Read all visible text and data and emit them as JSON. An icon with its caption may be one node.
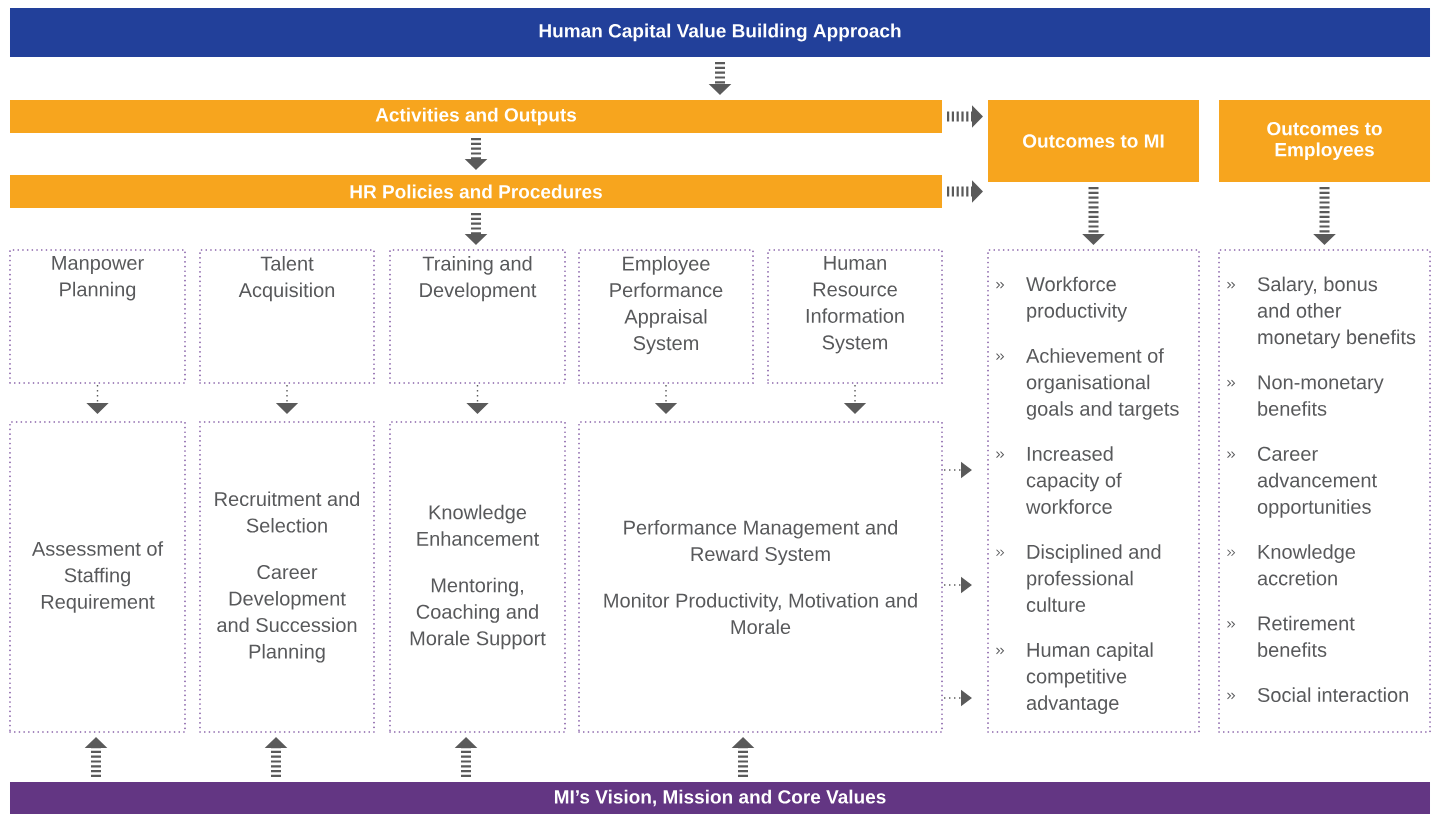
{
  "diagram": {
    "nodes": [
      {
        "text": [
          "Human Capital Value Building Approach"
        ]
      },
      {
        "text": [
          "Activities and Outputs"
        ]
      },
      {
        "text": [
          "HR Policies and Procedures"
        ]
      },
      {
        "text": [
          "Outcomes to MI"
        ]
      },
      {
        "text": [
          "Outcomes to Employees"
        ]
      },
      {
        "text": [
          "Manpower Planning"
        ]
      },
      {
        "text": [
          "Talent Acquisition"
        ]
      },
      {
        "text": [
          "Training and Development"
        ]
      },
      {
        "text": [
          "Employee Performance Appraisal System"
        ]
      },
      {
        "text": [
          "Human Resource Information System"
        ]
      },
      {
        "text": [
          "Assessment of Staffing Requirement"
        ]
      },
      {
        "text": [
          "Recruitment and Selection",
          "Career Development and Succession Planning"
        ]
      },
      {
        "text": [
          "Knowledge Enhancement",
          "Mentoring, Coaching and Morale Support"
        ]
      },
      {
        "text": [
          "Performance Management and Reward System",
          "Monitor Productivity, Motivation and Morale"
        ]
      },
      {
        "text": [
          "Workforce productivity",
          "Achievement of organisational goals and targets",
          "Increased capacity of workforce",
          "Disciplined and professional culture",
          "Human capital competitive advantage"
        ]
      },
      {
        "text": [
          "Salary, bonus and other monetary benefits",
          "Non-monetary benefits",
          "Career advancement opportunities",
          "Knowledge accretion",
          "Retirement benefits",
          "Social interaction"
        ]
      },
      {
        "text": [
          "MI’s Vision, Mission and Core Values"
        ]
      }
    ],
    "edges": [
      {
        "from": 0,
        "to": 1,
        "arrow": "to"
      },
      {
        "from": 1,
        "to": 2,
        "arrow": "to"
      },
      {
        "from": 1,
        "to": 3,
        "arrow": "to"
      },
      {
        "from": 2,
        "to": 3,
        "arrow": "to"
      },
      {
        "from": 2,
        "to": 7,
        "arrow": "to"
      },
      {
        "from": 3,
        "to": 14,
        "arrow": "to"
      },
      {
        "from": 4,
        "to": 15,
        "arrow": "to"
      },
      {
        "from": 5,
        "to": 10,
        "arrow": "to"
      },
      {
        "from": 6,
        "to": 11,
        "arrow": "to"
      },
      {
        "from": 7,
        "to": 12,
        "arrow": "to"
      },
      {
        "from": 8,
        "to": 13,
        "arrow": "to"
      },
      {
        "from": 9,
        "to": 13,
        "arrow": "to"
      },
      {
        "from": 13,
        "to": 14,
        "arrow": "to"
      },
      {
        "from": 13,
        "to": 14,
        "arrow": "to"
      },
      {
        "from": 13,
        "to": 14,
        "arrow": "to"
      },
      {
        "from": 16,
        "to": 10,
        "arrow": "to"
      },
      {
        "from": 16,
        "to": 11,
        "arrow": "to"
      },
      {
        "from": 16,
        "to": 12,
        "arrow": "to"
      },
      {
        "from": 16,
        "to": 13,
        "arrow": "to"
      }
    ]
  }
}
